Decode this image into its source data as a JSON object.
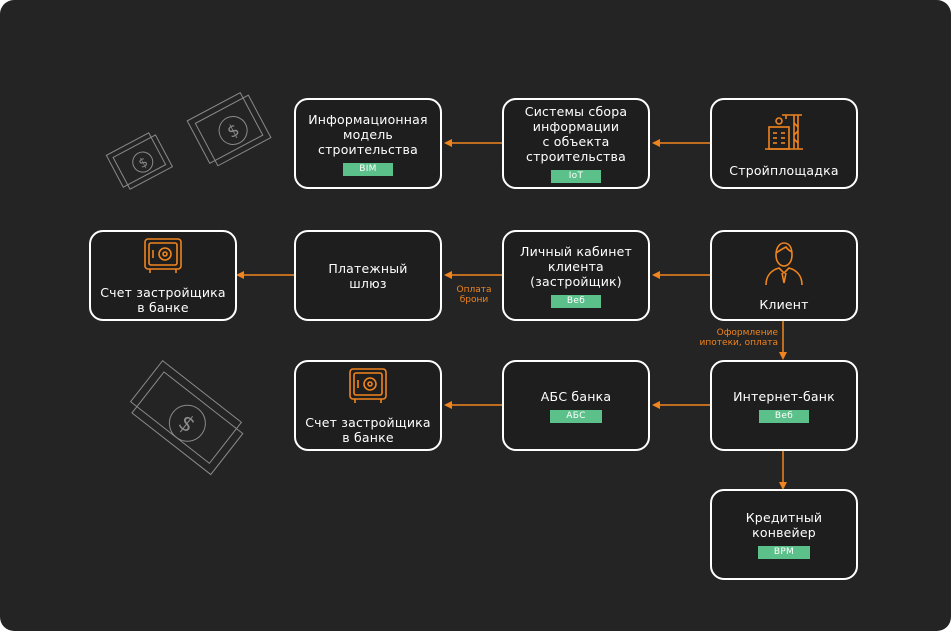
{
  "colors": {
    "background": "#242424",
    "node_border": "#ffffff",
    "accent": "#f0841f",
    "tag": "#5cc08a",
    "decor": "#8a8a8a"
  },
  "nodes": {
    "bim": {
      "title": "Информационная\nмодель\nстроительства",
      "tag": "BIM"
    },
    "iot": {
      "title": "Системы сбора\nинформации\nс объекта\nстроительства",
      "tag": "IoT"
    },
    "site": {
      "title": "Стройплощадка",
      "icon": "construction-site-icon"
    },
    "account1": {
      "title": "Счет застройщика\nв банке",
      "icon": "safe-icon"
    },
    "gateway": {
      "title": "Платежный\nшлюз"
    },
    "cabinet": {
      "title": "Личный кабинет\nклиента\n(застройщик)",
      "tag": "Веб"
    },
    "client": {
      "title": "Клиент",
      "icon": "person-icon"
    },
    "account2": {
      "title": "Счет застройщика\nв банке",
      "icon": "safe-icon"
    },
    "abs": {
      "title": "АБС банка",
      "tag": "АБС"
    },
    "ibank": {
      "title": "Интернет-банк",
      "tag": "Веб"
    },
    "credit": {
      "title": "Кредитный\nконвейер",
      "tag": "BPM"
    }
  },
  "edge_labels": {
    "booking_payment": "Оплата\nброни",
    "mortgage_payment": "Оформление\nипотеки, оплата"
  },
  "decorations": [
    "money-icon",
    "money-icon",
    "money-icon"
  ]
}
